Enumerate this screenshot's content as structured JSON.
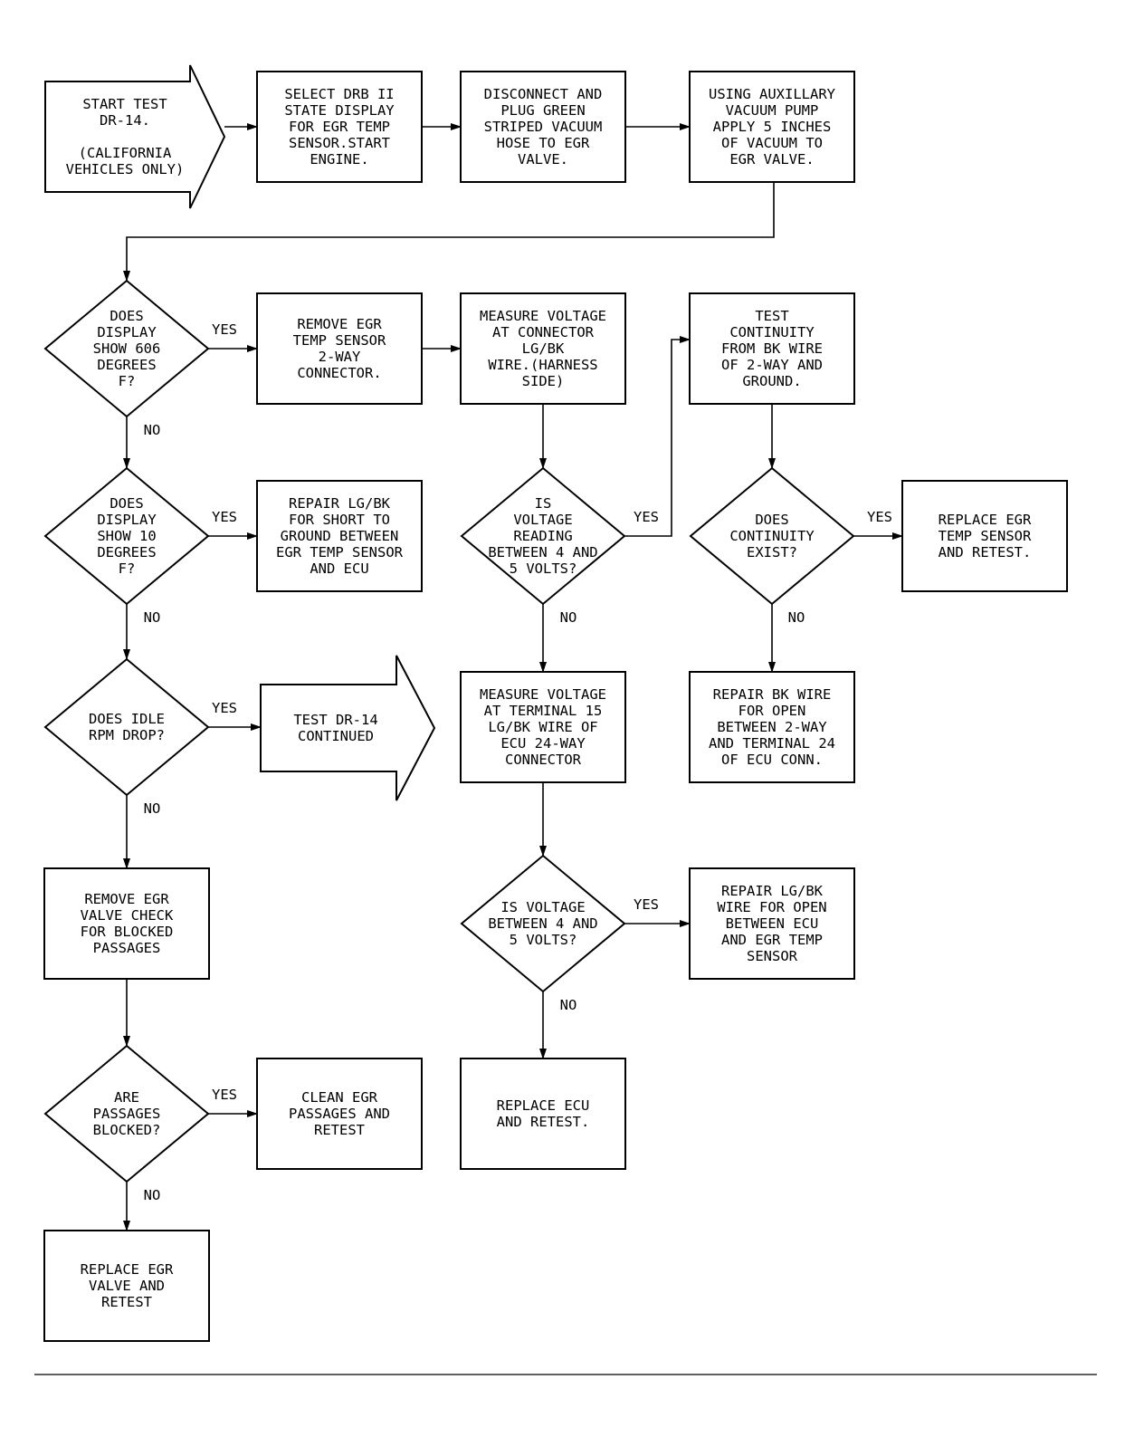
{
  "nodes": [
    {
      "id": "start",
      "shape": "arrow",
      "lines": [
        "START TEST",
        "DR-14.",
        "",
        "(CALIFORNIA",
        "VEHICLES ONLY)"
      ]
    },
    {
      "id": "select-drb",
      "shape": "rect",
      "lines": [
        "SELECT DRB II",
        "STATE DISPLAY",
        "FOR EGR TEMP",
        "SENSOR.START",
        "ENGINE."
      ]
    },
    {
      "id": "disconnect-hose",
      "shape": "rect",
      "lines": [
        "DISCONNECT AND",
        "PLUG GREEN",
        "STRIPED VACUUM",
        "HOSE TO EGR",
        "VALVE."
      ]
    },
    {
      "id": "vacuum-pump",
      "shape": "rect",
      "lines": [
        "USING AUXILLARY",
        "VACUUM PUMP",
        "APPLY 5 INCHES",
        "OF VACUUM TO",
        "EGR VALVE."
      ]
    },
    {
      "id": "show-606",
      "shape": "diamond",
      "lines": [
        "DOES",
        "DISPLAY",
        "SHOW 606",
        "DEGREES",
        "F?"
      ]
    },
    {
      "id": "remove-sensor-conn",
      "shape": "rect",
      "lines": [
        "REMOVE EGR",
        "TEMP SENSOR",
        "2-WAY",
        "CONNECTOR."
      ]
    },
    {
      "id": "measure-lgbk",
      "shape": "rect",
      "lines": [
        "MEASURE VOLTAGE",
        "AT CONNECTOR",
        "LG/BK",
        "WIRE.(HARNESS",
        "SIDE)"
      ]
    },
    {
      "id": "test-continuity",
      "shape": "rect",
      "lines": [
        "TEST",
        "CONTINUITY",
        "FROM BK WIRE",
        "OF 2-WAY AND",
        "GROUND."
      ]
    },
    {
      "id": "show-10",
      "shape": "diamond",
      "lines": [
        "DOES",
        "DISPLAY",
        "SHOW 10",
        "DEGREES",
        "F?"
      ]
    },
    {
      "id": "repair-short",
      "shape": "rect",
      "lines": [
        "REPAIR LG/BK",
        "FOR SHORT TO",
        "GROUND BETWEEN",
        "EGR TEMP SENSOR",
        "AND ECU"
      ]
    },
    {
      "id": "voltage-4-5-a",
      "shape": "diamond",
      "lines": [
        "IS",
        "VOLTAGE",
        "READING",
        "BETWEEN 4 AND",
        "5 VOLTS?"
      ]
    },
    {
      "id": "continuity-exist",
      "shape": "diamond",
      "lines": [
        "DOES",
        "CONTINUITY",
        "EXIST?"
      ]
    },
    {
      "id": "replace-sensor",
      "shape": "rect",
      "lines": [
        "REPLACE EGR",
        "TEMP SENSOR",
        "AND RETEST."
      ]
    },
    {
      "id": "idle-drop",
      "shape": "diamond",
      "lines": [
        "DOES IDLE",
        "RPM DROP?"
      ]
    },
    {
      "id": "test-continued",
      "shape": "arrow",
      "lines": [
        "TEST DR-14",
        "CONTINUED"
      ]
    },
    {
      "id": "measure-term15",
      "shape": "rect",
      "lines": [
        "MEASURE VOLTAGE",
        "AT TERMINAL 15",
        "LG/BK WIRE OF",
        "ECU 24-WAY",
        "CONNECTOR"
      ]
    },
    {
      "id": "repair-bk-open",
      "shape": "rect",
      "lines": [
        "REPAIR BK WIRE",
        "FOR OPEN",
        "BETWEEN 2-WAY",
        "AND TERMINAL 24",
        "OF ECU CONN."
      ]
    },
    {
      "id": "remove-valve",
      "shape": "rect",
      "lines": [
        "REMOVE EGR",
        "VALVE CHECK",
        "FOR BLOCKED",
        "PASSAGES"
      ]
    },
    {
      "id": "voltage-4-5-b",
      "shape": "diamond",
      "lines": [
        "IS VOLTAGE",
        "BETWEEN 4 AND",
        "5 VOLTS?"
      ]
    },
    {
      "id": "repair-lgbk-open",
      "shape": "rect",
      "lines": [
        "REPAIR LG/BK",
        "WIRE FOR OPEN",
        "BETWEEN ECU",
        "AND EGR TEMP",
        "SENSOR"
      ]
    },
    {
      "id": "passages-blocked",
      "shape": "diamond",
      "lines": [
        "ARE",
        "PASSAGES",
        "BLOCKED?"
      ]
    },
    {
      "id": "clean-passages",
      "shape": "rect",
      "lines": [
        "CLEAN EGR",
        "PASSAGES AND",
        "RETEST"
      ]
    },
    {
      "id": "replace-ecu",
      "shape": "rect",
      "lines": [
        "REPLACE ECU",
        "AND RETEST."
      ]
    },
    {
      "id": "replace-valve",
      "shape": "rect",
      "lines": [
        "REPLACE EGR",
        "VALVE AND",
        "RETEST"
      ]
    }
  ],
  "edges": [
    {
      "from": "start",
      "to": "select-drb",
      "label": ""
    },
    {
      "from": "select-drb",
      "to": "disconnect-hose",
      "label": ""
    },
    {
      "from": "disconnect-hose",
      "to": "vacuum-pump",
      "label": ""
    },
    {
      "from": "vacuum-pump",
      "to": "show-606",
      "label": ""
    },
    {
      "from": "show-606",
      "to": "remove-sensor-conn",
      "label": "YES"
    },
    {
      "from": "remove-sensor-conn",
      "to": "measure-lgbk",
      "label": ""
    },
    {
      "from": "show-606",
      "to": "show-10",
      "label": "NO"
    },
    {
      "from": "measure-lgbk",
      "to": "voltage-4-5-a",
      "label": ""
    },
    {
      "from": "voltage-4-5-a",
      "to": "test-continuity",
      "label": "YES"
    },
    {
      "from": "test-continuity",
      "to": "continuity-exist",
      "label": ""
    },
    {
      "from": "show-10",
      "to": "repair-short",
      "label": "YES"
    },
    {
      "from": "continuity-exist",
      "to": "replace-sensor",
      "label": "YES"
    },
    {
      "from": "show-10",
      "to": "idle-drop",
      "label": "NO"
    },
    {
      "from": "voltage-4-5-a",
      "to": "measure-term15",
      "label": "NO"
    },
    {
      "from": "continuity-exist",
      "to": "repair-bk-open",
      "label": "NO"
    },
    {
      "from": "idle-drop",
      "to": "test-continued",
      "label": "YES"
    },
    {
      "from": "idle-drop",
      "to": "remove-valve",
      "label": "NO"
    },
    {
      "from": "measure-term15",
      "to": "voltage-4-5-b",
      "label": ""
    },
    {
      "from": "voltage-4-5-b",
      "to": "repair-lgbk-open",
      "label": "YES"
    },
    {
      "from": "remove-valve",
      "to": "passages-blocked",
      "label": ""
    },
    {
      "from": "passages-blocked",
      "to": "clean-passages",
      "label": "YES"
    },
    {
      "from": "voltage-4-5-b",
      "to": "replace-ecu",
      "label": "NO"
    },
    {
      "from": "passages-blocked",
      "to": "replace-valve",
      "label": "NO"
    }
  ]
}
